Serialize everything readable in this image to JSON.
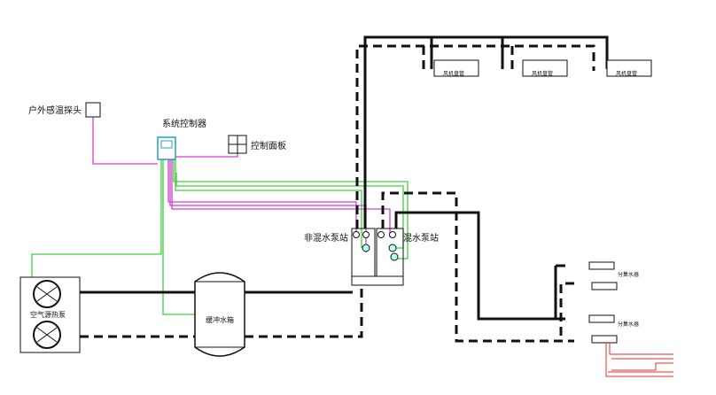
{
  "labels": {
    "outdoor_sensor": "户外感温探头",
    "system_controller": "系统控制器",
    "control_panel": "控制面板",
    "non_mixing_pump_station": "非混水泵站",
    "mixing_pump_station": "混水泵站",
    "air_source_heat_pump": "空气源热泵",
    "buffer_tank": "缓冲水箱",
    "fan_coils": [
      "风机盘管",
      "风机盘管",
      "风机盘管"
    ],
    "manifolds": [
      "分集水器",
      "分集水器"
    ]
  },
  "colors": {
    "pipe": "#111111",
    "signal_magenta": "#d040d0",
    "signal_green": "#40d040",
    "floor_heating": "#e03030",
    "controller": "#20a0c0"
  }
}
